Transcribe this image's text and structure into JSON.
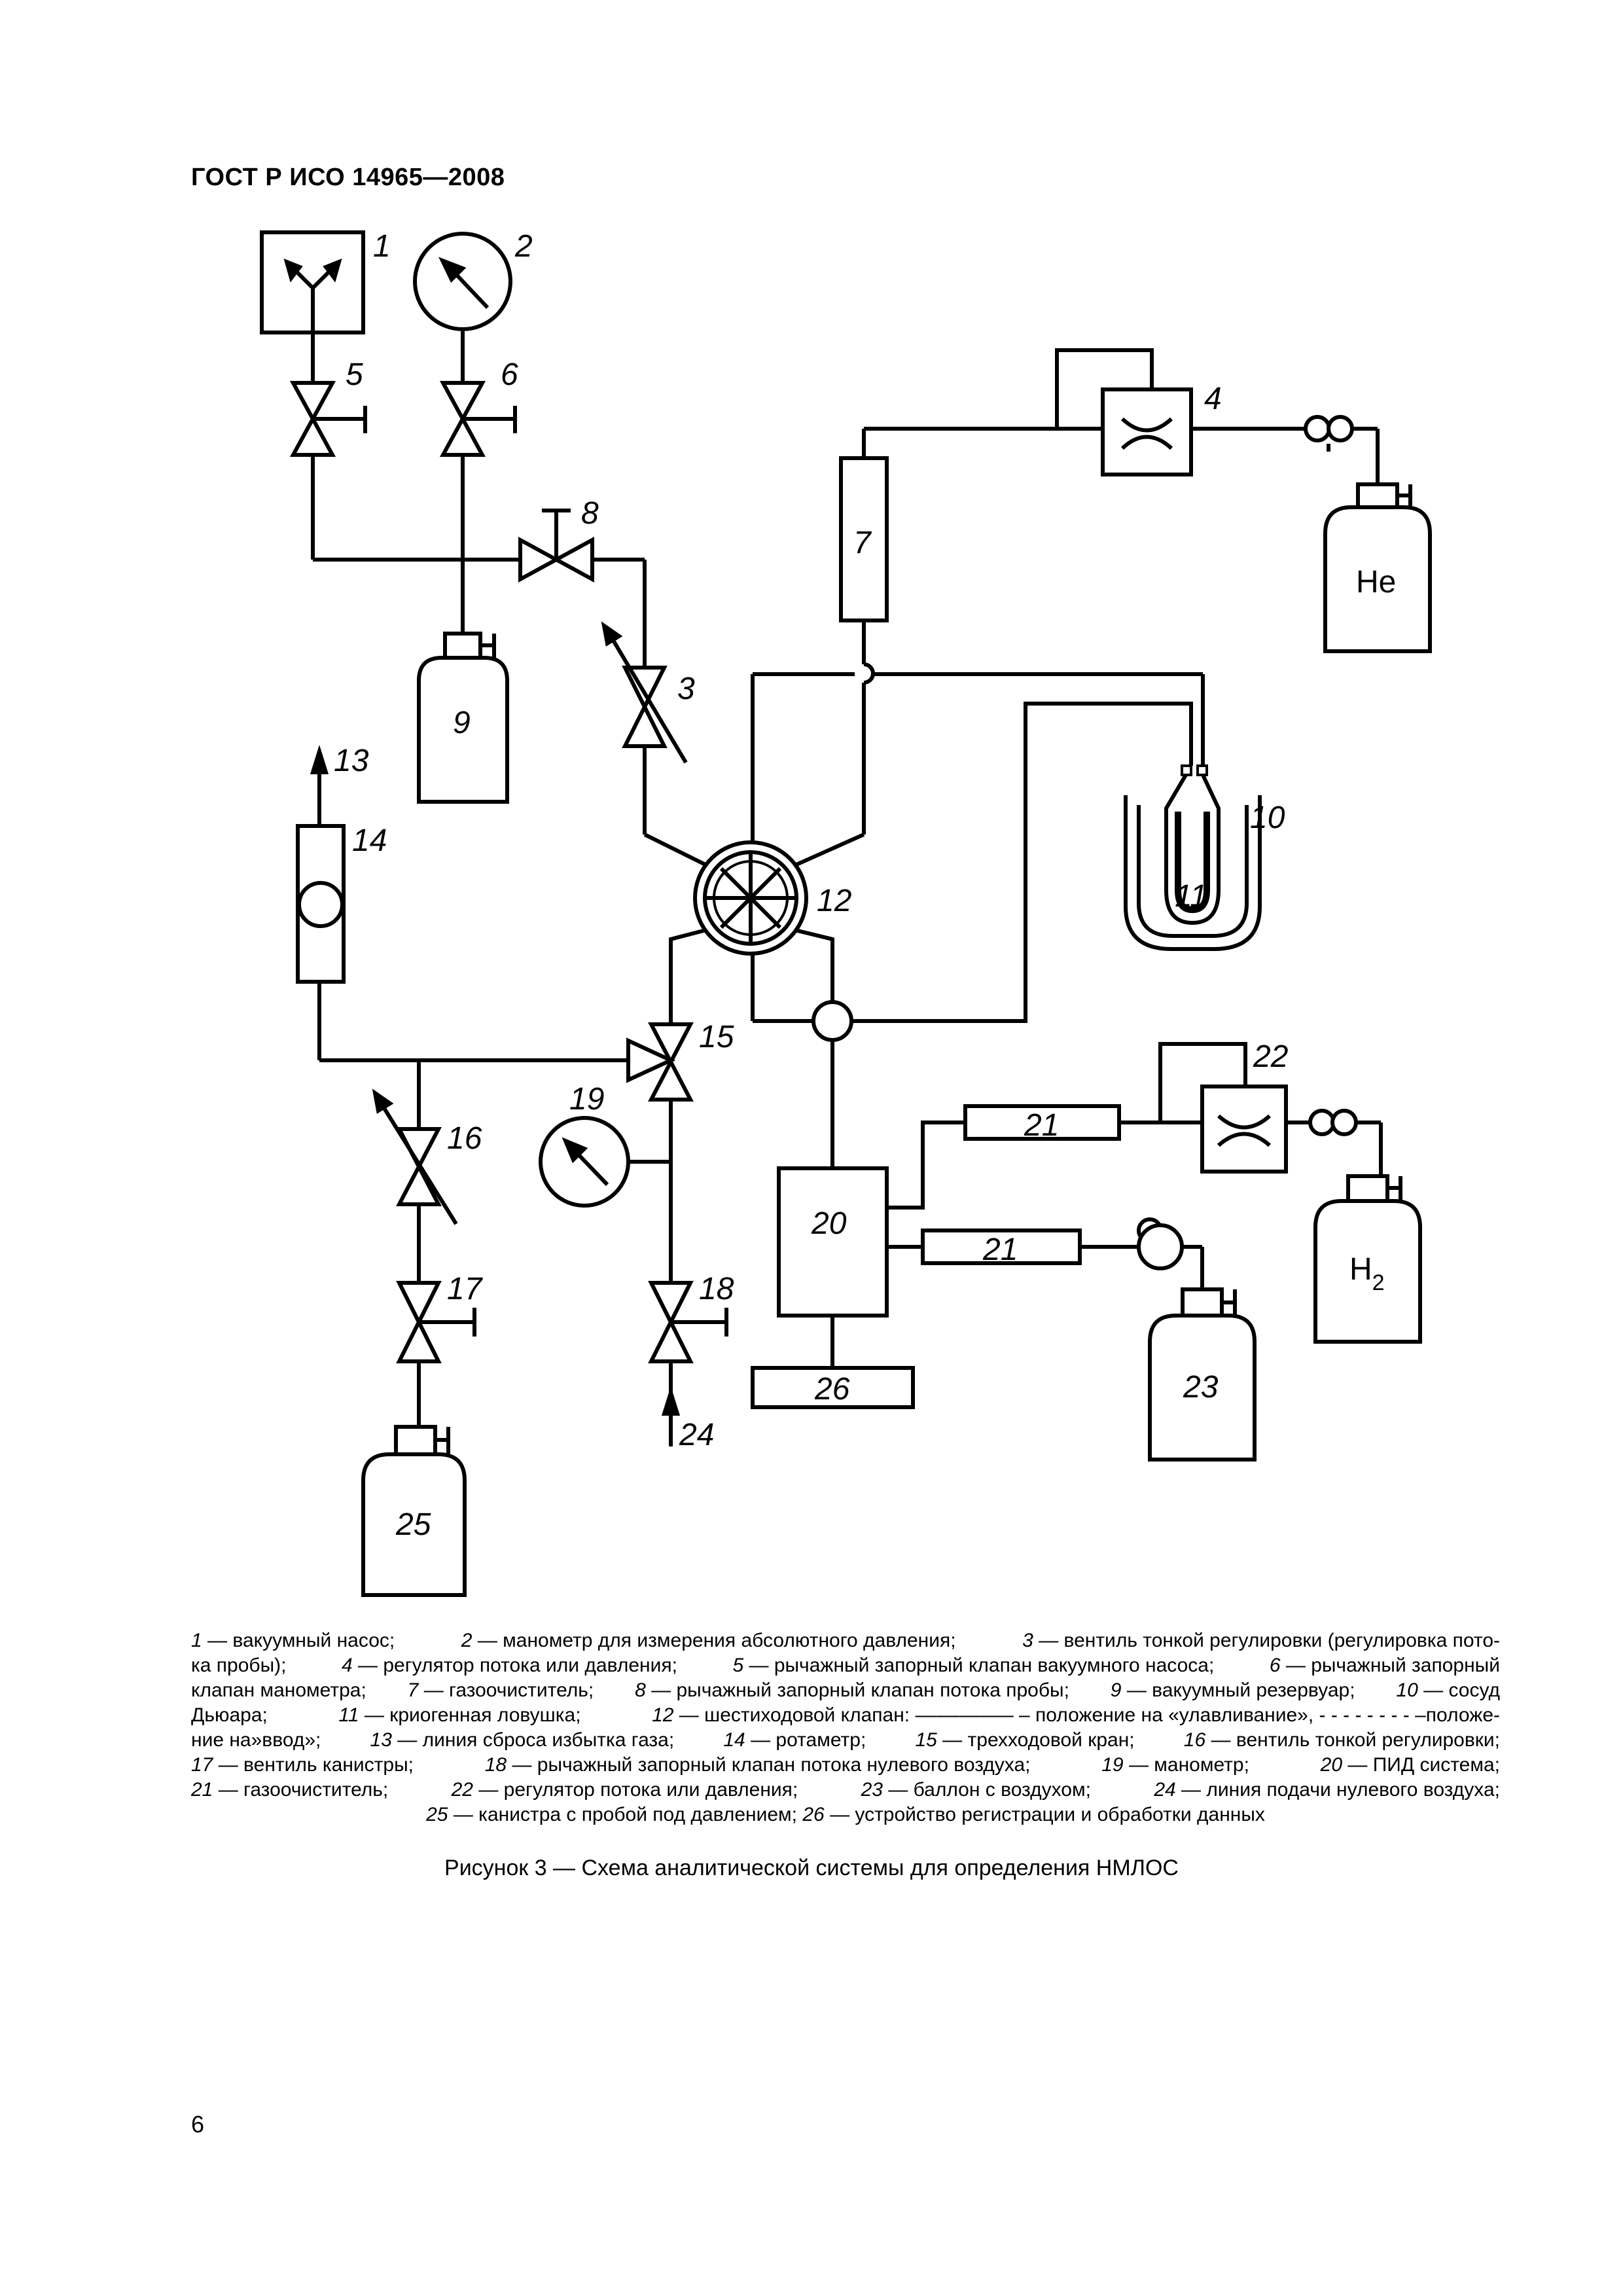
{
  "header": {
    "document_code": "ГОСТ Р ИСО 14965—2008"
  },
  "components": [
    {
      "number": "1",
      "name": "вакуумный насос",
      "icon": "vacuum-pump-icon"
    },
    {
      "number": "2",
      "name": "манометр для измерения абсолютного давления",
      "icon": "pressure-gauge-icon"
    },
    {
      "number": "3",
      "name": "вентиль тонкой регулировки (регулировка потока пробы)",
      "icon": "needle-valve-icon"
    },
    {
      "number": "4",
      "name": "регулятор потока или давления",
      "icon": "flow-regulator-icon"
    },
    {
      "number": "5",
      "name": "рычажный запорный клапан вакуумного насоса",
      "icon": "lever-valve-icon"
    },
    {
      "number": "6",
      "name": "рычажный запорный клапан манометра",
      "icon": "lever-valve-icon"
    },
    {
      "number": "7",
      "name": "газоочиститель",
      "icon": "gas-purifier-icon"
    },
    {
      "number": "8",
      "name": "рычажный запорный клапан потока пробы",
      "icon": "lever-valve-icon"
    },
    {
      "number": "9",
      "name": "вакуумный резервуар",
      "icon": "reservoir-icon"
    },
    {
      "number": "10",
      "name": "сосуд Дьюара",
      "icon": "dewar-icon"
    },
    {
      "number": "11",
      "name": "криогенная ловушка",
      "icon": "cryotrap-icon"
    },
    {
      "number": "12",
      "name": "шестиходовой клапан",
      "icon": "six-port-valve-icon"
    },
    {
      "number": "13",
      "name": "линия сброса избытка газа",
      "icon": "vent-arrow-icon"
    },
    {
      "number": "14",
      "name": "ротаметр",
      "icon": "rotameter-icon"
    },
    {
      "number": "15",
      "name": "трехходовой кран",
      "icon": "three-way-valve-icon"
    },
    {
      "number": "16",
      "name": "вентиль тонкой регулировки",
      "icon": "needle-valve-icon"
    },
    {
      "number": "17",
      "name": "вентиль канистры",
      "icon": "lever-valve-icon"
    },
    {
      "number": "18",
      "name": "рычажный запорный клапан потока нулевого воздуха",
      "icon": "lever-valve-icon"
    },
    {
      "number": "19",
      "name": "манометр",
      "icon": "pressure-gauge-icon"
    },
    {
      "number": "20",
      "name": "ПИД система",
      "icon": "fid-box-icon"
    },
    {
      "number": "21",
      "name": "газоочиститель",
      "icon": "gas-purifier-icon"
    },
    {
      "number": "22",
      "name": "регулятор потока или давления",
      "icon": "flow-regulator-icon"
    },
    {
      "number": "23",
      "name": "баллон с воздухом",
      "icon": "cylinder-icon"
    },
    {
      "number": "24",
      "name": "линия подачи нулевого воздуха",
      "icon": "inlet-arrow-icon"
    },
    {
      "number": "25",
      "name": "канистра с пробой под давлением",
      "icon": "canister-icon"
    },
    {
      "number": "26",
      "name": "устройство регистрации и обработки данных",
      "icon": "recorder-icon"
    }
  ],
  "gas_labels": {
    "helium": "He",
    "hydrogen": "H",
    "hydrogen_subscript": "2"
  },
  "legend": {
    "separator": " — ",
    "valve12_solid_line": "–––––––––",
    "valve12_solid_label": "– положение на «улавливание»,",
    "valve12_dashed_line": "- - - - - - - -",
    "valve12_dashed_label": "–положение на»ввод»",
    "rows": [
      [
        {
          "n": "1",
          "t": "вакуумный насос;"
        },
        {
          "n": "2",
          "t": "манометр для измерения абсолютного давления;"
        },
        {
          "n": "3",
          "t": "вентиль тонкой регулировки (регулировка пото-"
        }
      ],
      [
        {
          "n": "",
          "t": "ка пробы);"
        },
        {
          "n": "4",
          "t": "регулятор потока или давления;"
        },
        {
          "n": "5",
          "t": "рычажный запорный клапан вакуумного насоса;"
        },
        {
          "n": "6",
          "t": "рычажный запорный"
        }
      ],
      [
        {
          "n": "",
          "t": "клапан манометра;"
        },
        {
          "n": "7",
          "t": "газоочиститель;"
        },
        {
          "n": "8",
          "t": "рычажный запорный клапан потока пробы;"
        },
        {
          "n": "9",
          "t": "вакуумный резервуар;"
        },
        {
          "n": "10",
          "t": "сосуд"
        }
      ],
      [
        {
          "n": "",
          "t": "Дьюара;"
        },
        {
          "n": "11",
          "t": "криогенная ловушка;"
        },
        {
          "n": "12",
          "t": "шестиходовой клапан: ––––––––– – положение на «улавливание», - - - - - - - -  –положе-"
        }
      ],
      [
        {
          "n": "",
          "t": "ние на»ввод»;"
        },
        {
          "n": "13",
          "t": "линия сброса избытка газа;"
        },
        {
          "n": "14",
          "t": "ротаметр;"
        },
        {
          "n": "15",
          "t": "трехходовой кран;"
        },
        {
          "n": "16",
          "t": "вентиль тонкой регулировки;"
        }
      ],
      [
        {
          "n": "17",
          "t": "вентиль канистры;"
        },
        {
          "n": "18",
          "t": "рычажный запорный клапан потока нулевого воздуха;"
        },
        {
          "n": "19",
          "t": "манометр;"
        },
        {
          "n": "20",
          "t": "ПИД система;"
        }
      ],
      [
        {
          "n": "21",
          "t": "газоочиститель;"
        },
        {
          "n": "22",
          "t": "регулятор потока или давления;"
        },
        {
          "n": "23",
          "t": "баллон с воздухом;"
        },
        {
          "n": "24",
          "t": "линия подачи нулевого воздуха;"
        }
      ],
      [
        {
          "n": "25",
          "t": "канистра с пробой под давлением;"
        },
        {
          "n": "26",
          "t": "устройство регистрации и обработки данных"
        }
      ]
    ]
  },
  "caption": "Рисунок 3 — Схема аналитической системы для определения НМЛОС",
  "page_number": "6"
}
